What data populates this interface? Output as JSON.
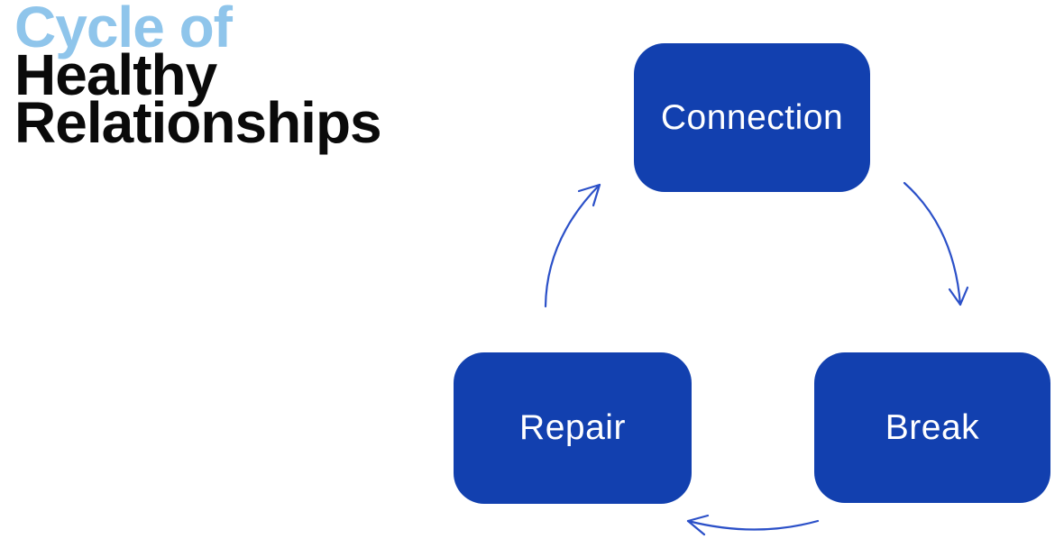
{
  "title": {
    "accent_line": "Cycle of",
    "main_line1": "Healthy",
    "main_line2": "Relationships"
  },
  "diagram": {
    "nodes": [
      {
        "id": "connection",
        "label": "Connection"
      },
      {
        "id": "break",
        "label": "Break"
      },
      {
        "id": "repair",
        "label": "Repair"
      }
    ],
    "edges": [
      {
        "from": "connection",
        "to": "break"
      },
      {
        "from": "break",
        "to": "repair"
      },
      {
        "from": "repair",
        "to": "connection"
      }
    ],
    "colors": {
      "node_fill": "#1240af",
      "node_text": "#ffffff",
      "arrow": "#2b50c8",
      "title_accent": "#8fc5eb",
      "title_main": "#0a0a0a",
      "background": "#ffffff"
    }
  }
}
